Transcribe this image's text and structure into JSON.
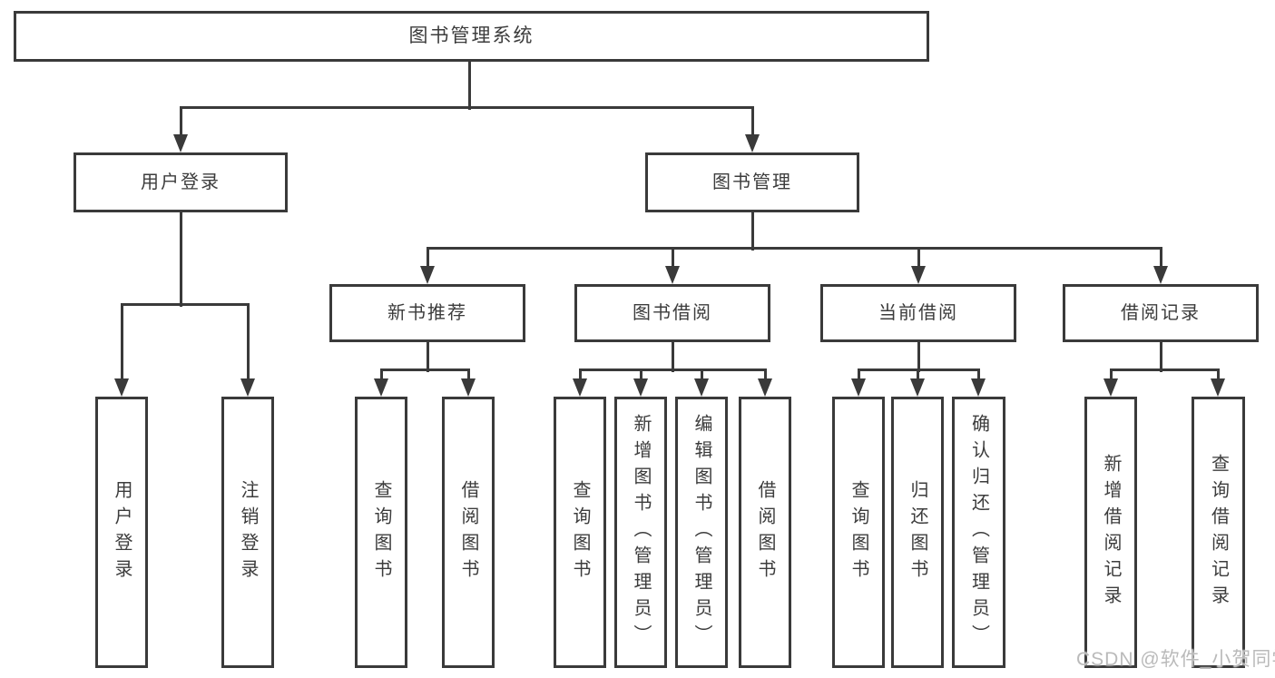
{
  "diagram": {
    "type": "hierarchy-tree",
    "title": "图书管理系统",
    "colors": {
      "line": "#3a3a3a",
      "border": "#3a3a3a",
      "text": "#3c3c3c",
      "background": "#ffffff",
      "watermark": "#b2b2b2"
    },
    "tree": {
      "label": "图书管理系统",
      "children": [
        {
          "label": "用户登录",
          "children": [
            {
              "label": "用户登录"
            },
            {
              "label": "注销登录"
            }
          ]
        },
        {
          "label": "图书管理",
          "children": [
            {
              "label": "新书推荐",
              "children": [
                {
                  "label": "查询图书"
                },
                {
                  "label": "借阅图书"
                }
              ]
            },
            {
              "label": "图书借阅",
              "children": [
                {
                  "label": "查询图书"
                },
                {
                  "label": "新增图书（管理员）"
                },
                {
                  "label": "编辑图书（管理员）"
                },
                {
                  "label": "借阅图书"
                }
              ]
            },
            {
              "label": "当前借阅",
              "children": [
                {
                  "label": "查询图书"
                },
                {
                  "label": "归还图书"
                },
                {
                  "label": "确认归还（管理员）"
                }
              ]
            },
            {
              "label": "借阅记录",
              "children": [
                {
                  "label": "新增借阅记录"
                },
                {
                  "label": "查询借阅记录"
                }
              ]
            }
          ]
        }
      ]
    },
    "watermark": "CSDN @软件_小贺同学"
  }
}
